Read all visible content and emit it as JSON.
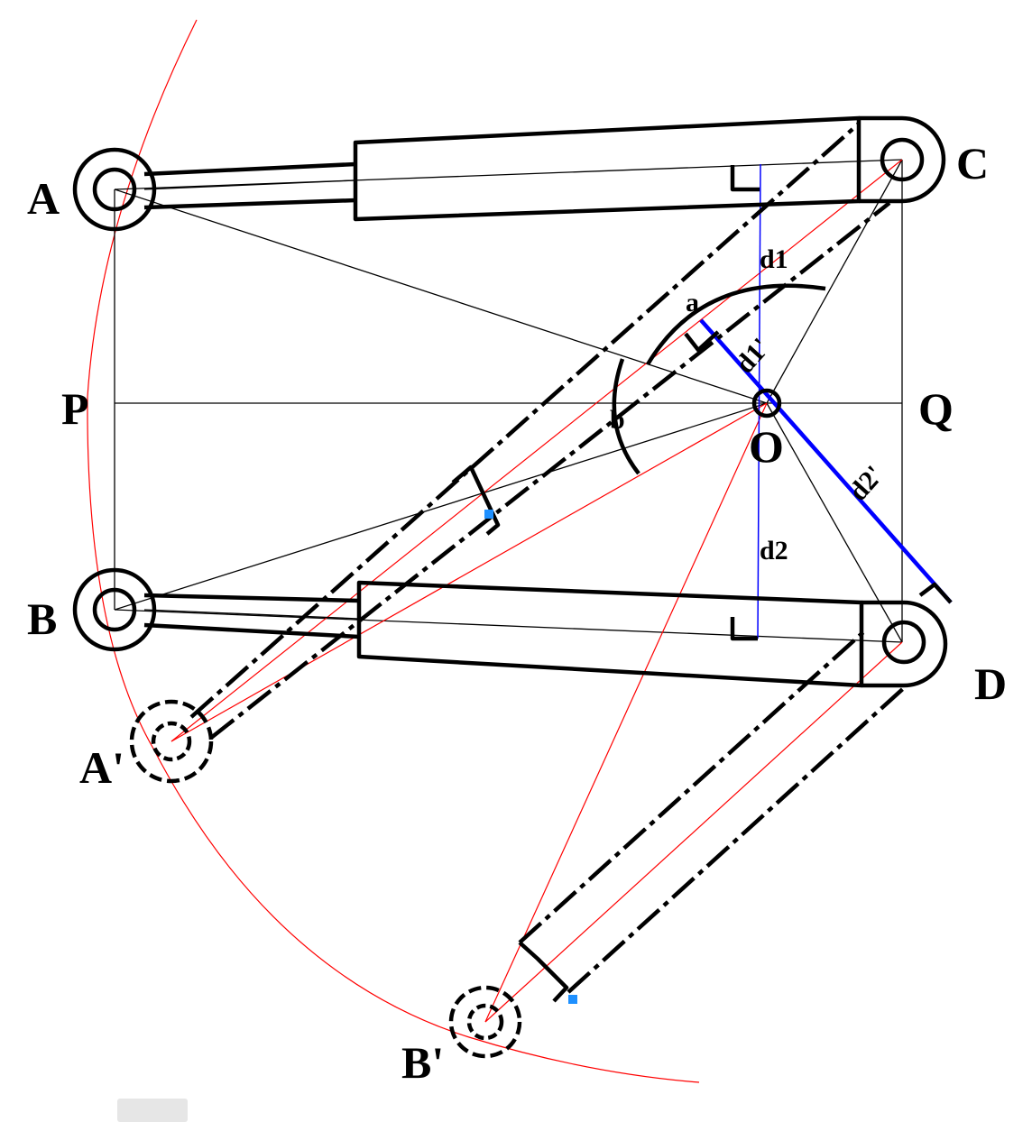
{
  "diagram": {
    "points": {
      "A": "A",
      "B": "B",
      "C": "C",
      "D": "D",
      "P": "P",
      "Q": "Q",
      "O": "O",
      "A_prime": "A'",
      "B_prime": "B'"
    },
    "dimensions": {
      "d1": "d1",
      "d2": "d2",
      "d1_prime": "d1'",
      "d2_prime": "d2'"
    },
    "angles": {
      "a": "a",
      "b": "b"
    }
  },
  "colors": {
    "outline": "#000000",
    "arc_and_construction": "#ff0000",
    "perpendicular": "#0000ff",
    "marker": "#1e90ff"
  }
}
